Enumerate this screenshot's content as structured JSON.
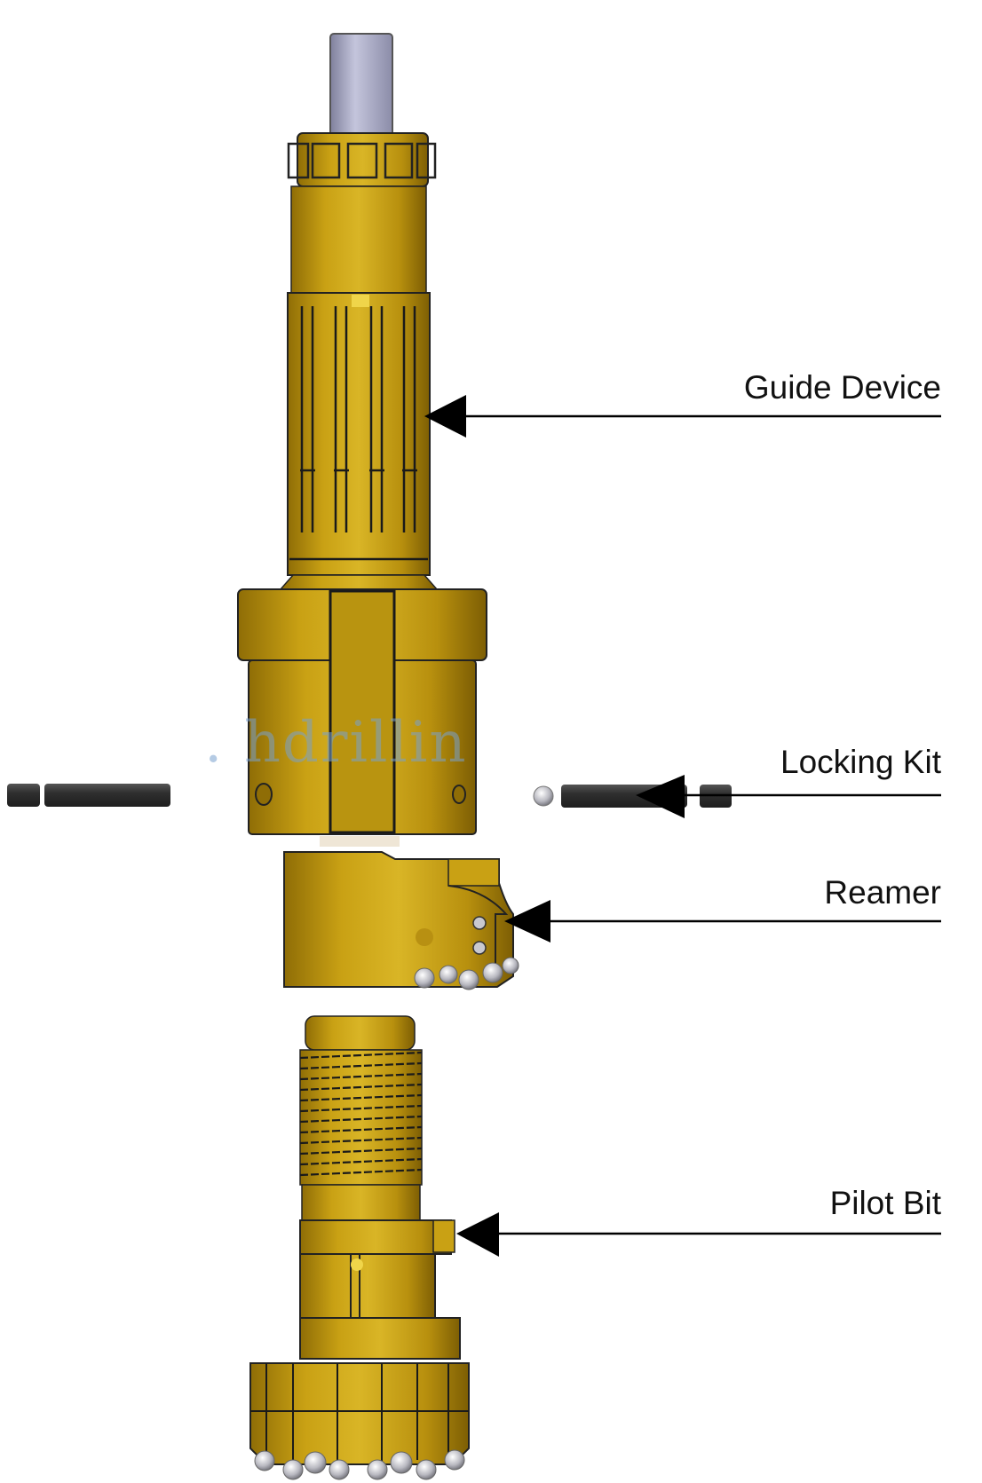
{
  "title": "Reaming drill assembly - exploded view",
  "watermark": ". hdrillin",
  "labels": [
    {
      "id": "guide-device",
      "text": "Guide Device"
    },
    {
      "id": "locking-kit",
      "text": "Locking Kit"
    },
    {
      "id": "reamer",
      "text": "Reamer"
    },
    {
      "id": "pilot-bit",
      "text": "Pilot Bit"
    }
  ],
  "colors": {
    "gold": "#c9a114",
    "gold_dark": "#8a6a05",
    "gold_light": "#e6c53a",
    "shank": "#a9aac6",
    "pin": "#3a3a3a",
    "button": "#b8b8c0",
    "line": "#000000"
  }
}
